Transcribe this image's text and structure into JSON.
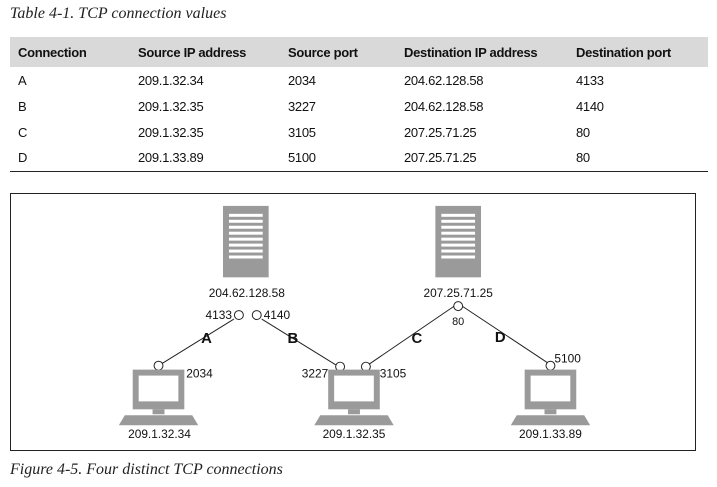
{
  "table": {
    "caption": "Table 4-1. TCP connection values",
    "headers": [
      "Connection",
      "Source IP address",
      "Source port",
      "Destination IP address",
      "Destination port"
    ],
    "rows": [
      [
        "A",
        "209.1.32.34",
        "2034",
        "204.62.128.58",
        "4133"
      ],
      [
        "B",
        "209.1.32.35",
        "3227",
        "204.62.128.58",
        "4140"
      ],
      [
        "C",
        "209.1.32.35",
        "3105",
        "207.25.71.25",
        "80"
      ],
      [
        "D",
        "209.1.33.89",
        "5100",
        "207.25.71.25",
        "80"
      ]
    ]
  },
  "figure": {
    "caption": "Figure 4-5. Four distinct TCP connections",
    "servers": [
      {
        "ip": "204.62.128.58",
        "ports": [
          "4133",
          "4140"
        ]
      },
      {
        "ip": "207.25.71.25",
        "ports": [
          "80"
        ]
      }
    ],
    "clients": [
      {
        "ip": "209.1.32.34",
        "ports": [
          "2034"
        ]
      },
      {
        "ip": "209.1.32.35",
        "ports": [
          "3227",
          "3105"
        ]
      },
      {
        "ip": "209.1.33.89",
        "ports": [
          "5100"
        ]
      }
    ],
    "connection_labels": [
      "A",
      "B",
      "C",
      "D"
    ],
    "icons": {
      "server": "server-tower-icon",
      "client": "desktop-computer-icon",
      "port": "port-circle-icon"
    }
  }
}
